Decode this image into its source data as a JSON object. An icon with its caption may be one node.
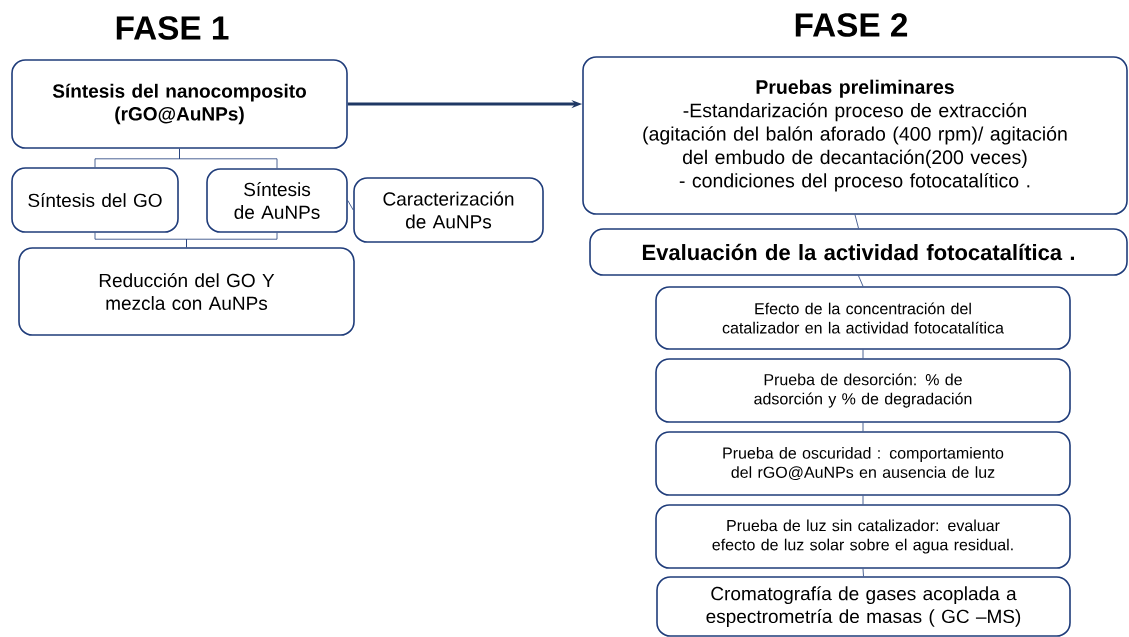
{
  "diagram": {
    "nodes": [
      {
        "text": [
          "Síntesis del nanocomposito (rGO@AuNPs)"
        ]
      },
      {
        "text": [
          "Síntesis del GO"
        ]
      },
      {
        "text": [
          "Síntesis de AuNPs"
        ]
      },
      {
        "text": [
          "Caracterización de AuNPs"
        ]
      },
      {
        "text": [
          "Reducción del GO Y mezcla con AuNPs"
        ]
      },
      {
        "text": [
          "Pruebas preliminares",
          "-Estandarización proceso de extracción (agitación del balón aforado (400 rpm)/ agitación del embudo de decantación(200 veces)",
          "- condiciones del proceso fotocatalítico ."
        ]
      },
      {
        "text": [
          "Evaluación de la actividad fotocatalítica ."
        ]
      },
      {
        "text": [
          "Efecto de la concentración del catalizador en la actividad fotocatalítica"
        ]
      },
      {
        "text": [
          "Prueba de desorción: % de adsorción y % de degradación"
        ]
      },
      {
        "text": [
          "Prueba de oscuridad :  comportamiento del rGO@AuNPs en ausencia de luz"
        ]
      },
      {
        "text": [
          "Prueba de luz sin catalizador: evaluar efecto de luz solar sobre el agua residual."
        ]
      },
      {
        "text": [
          "Cromatografía de gases acoplada a espectrometría de masas ( GC –MS)"
        ]
      }
    ],
    "edges": [
      {
        "from": 0,
        "to": 5,
        "arrow": "to",
        "style": "thick",
        "color": "#1f3864"
      },
      {
        "from": 0,
        "to": 1,
        "arrow": "none"
      },
      {
        "from": 0,
        "to": 2,
        "arrow": "none"
      },
      {
        "from": 2,
        "to": 3,
        "arrow": "none"
      },
      {
        "from": 1,
        "to": 4,
        "arrow": "none"
      },
      {
        "from": 2,
        "to": 4,
        "arrow": "none"
      },
      {
        "from": 5,
        "to": 6,
        "arrow": "none"
      },
      {
        "from": 6,
        "to": 7,
        "arrow": "none"
      },
      {
        "from": 7,
        "to": 8,
        "arrow": "none"
      },
      {
        "from": 8,
        "to": 9,
        "arrow": "none"
      },
      {
        "from": 9,
        "to": 10,
        "arrow": "none"
      },
      {
        "from": 10,
        "to": 11,
        "arrow": "none"
      }
    ],
    "labels": [
      "FASE 1",
      "FASE 2"
    ]
  }
}
